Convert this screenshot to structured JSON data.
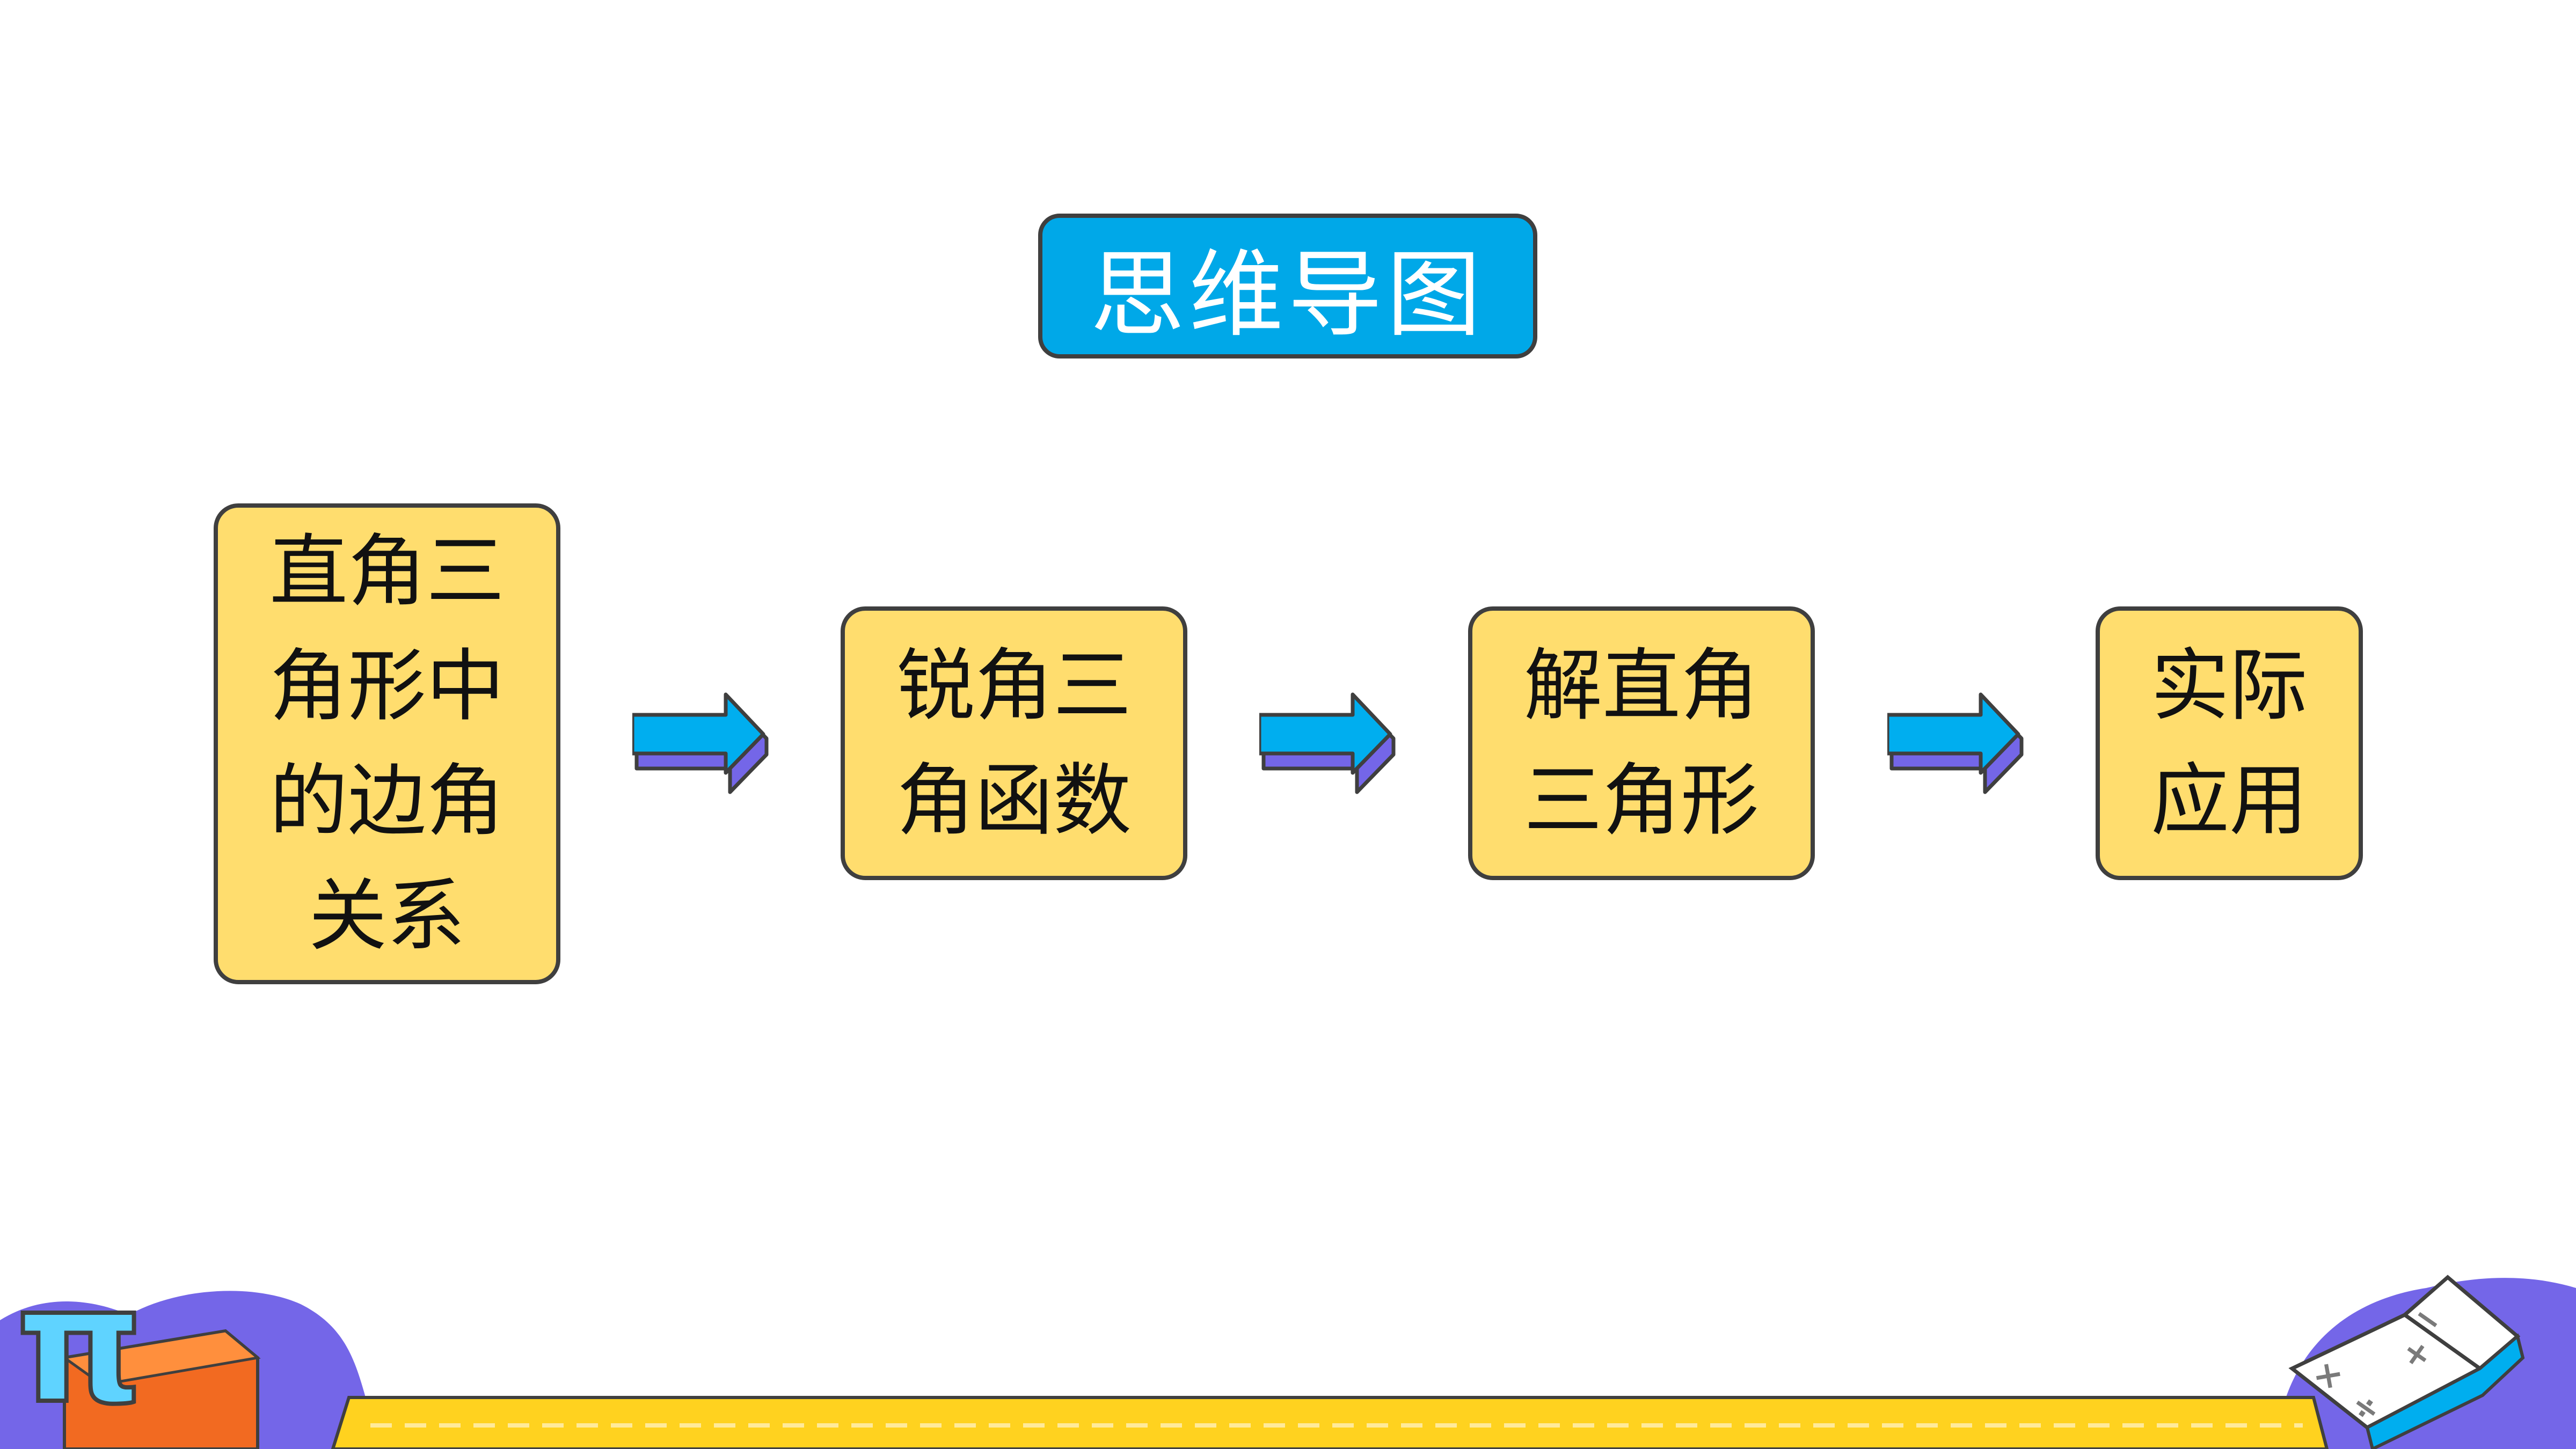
{
  "title": "思维导图",
  "nodes": [
    {
      "id": "node1",
      "label": "直角三角形中的边角关系"
    },
    {
      "id": "node2",
      "label": "锐角三角函数"
    },
    {
      "id": "node3",
      "label": "解直角三角形"
    },
    {
      "id": "node4",
      "label": "实际应用"
    }
  ],
  "decorations": {
    "corner_symbol": "π",
    "book_symbols": [
      "−",
      "+",
      "×",
      "÷"
    ]
  },
  "colors": {
    "title_fill": "#00a8e8",
    "node_fill": "#ffdd6e",
    "border": "#3f3f3f",
    "arrow_top": "#00aeef",
    "arrow_side": "#7466e8",
    "footer_band": "#ffd21f",
    "footer_purple": "#7466e8",
    "footer_orange": "#f26a21"
  }
}
